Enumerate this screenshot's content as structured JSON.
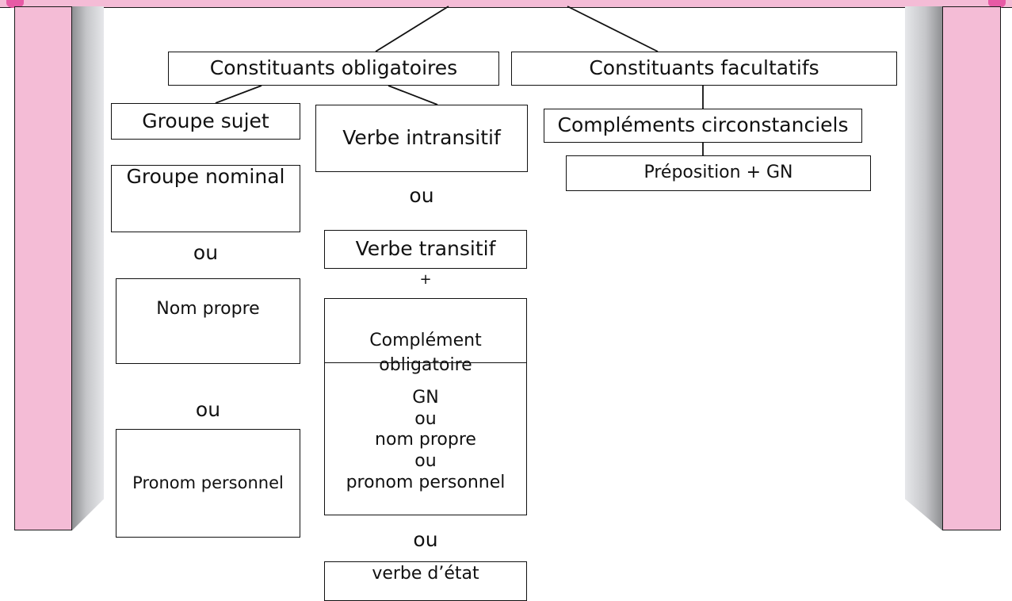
{
  "constituants_obligatoires": "Constituants obligatoires",
  "constituants_facultatifs": "Constituants facultatifs",
  "groupe_sujet": "Groupe sujet",
  "groupe_nominal": "Groupe nominal",
  "ou": "ou",
  "nom_propre": "Nom propre",
  "pronom_personnel": "Pronom personnel",
  "verbe_intransitif": "Verbe intransitif",
  "verbe_transitif": "Verbe transitif",
  "plus": "+",
  "complement_obligatoire_line1": "Complément",
  "complement_obligatoire_line2": "obligatoire",
  "co_gn": "GN",
  "co_nom_propre": "nom propre",
  "co_pronom_personnel": "pronom personnel",
  "verbe_etat": "verbe d’état",
  "complements_circonstanciels": "Compléments circonstanciels",
  "preposition_gn": "Préposition + GN"
}
